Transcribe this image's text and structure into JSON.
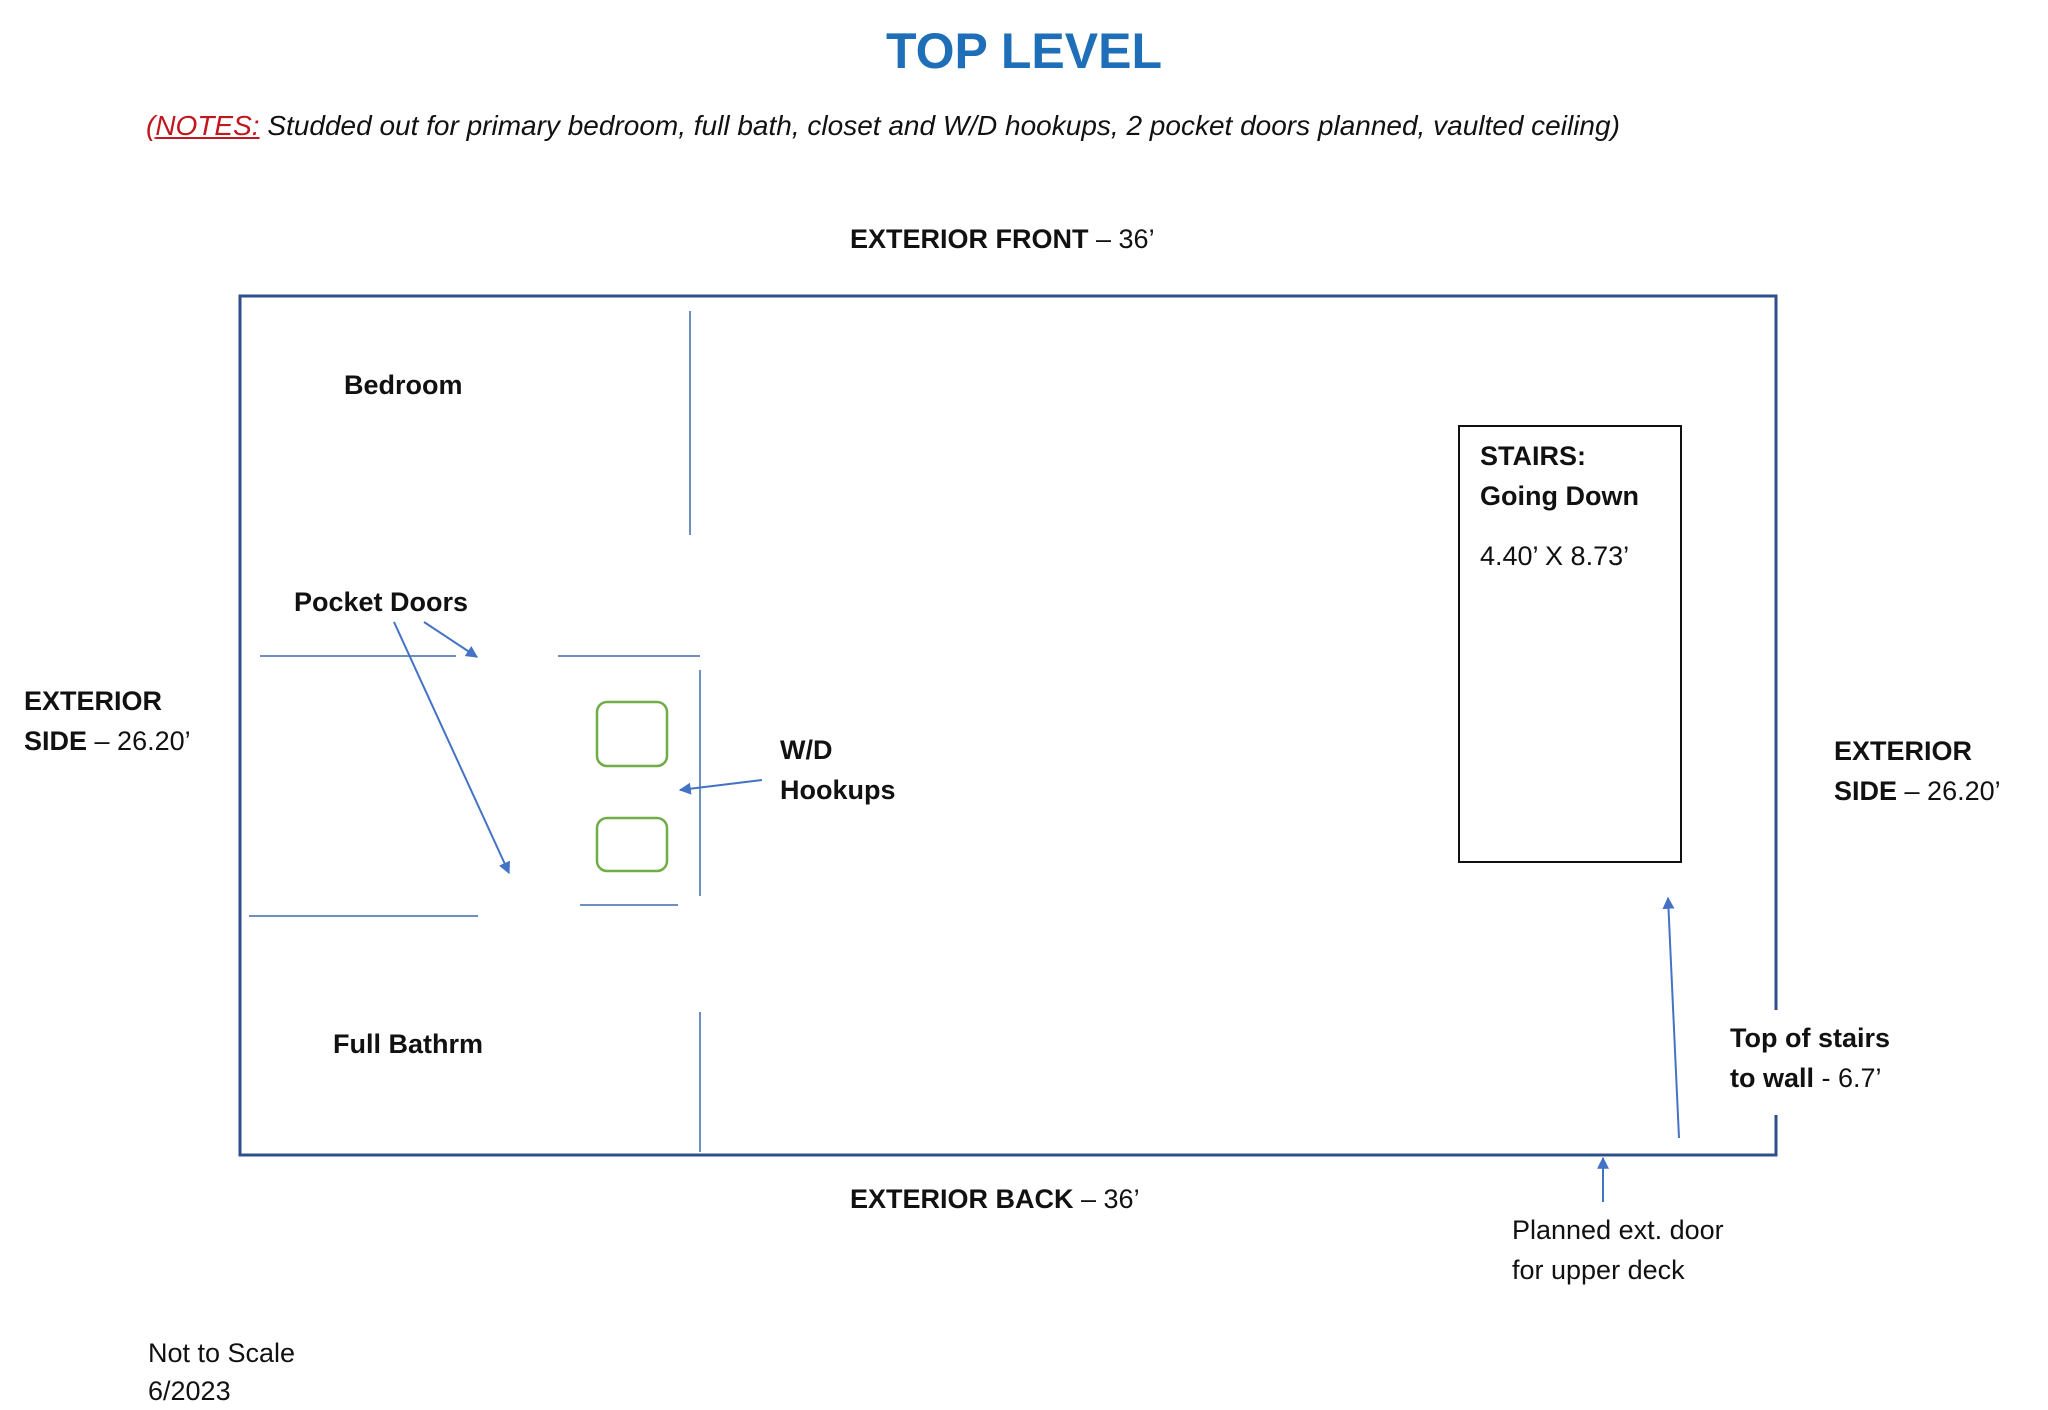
{
  "title": "TOP LEVEL",
  "notes": {
    "open_paren": "(",
    "label": "NOTES:",
    "text": " Studded out for primary bedroom, full bath, closet and W/D hookups, 2 pocket doors planned, vaulted ceiling)"
  },
  "exterior_front": {
    "label": "EXTERIOR FRONT",
    "dimension": " – 36’"
  },
  "exterior_back": {
    "label": "EXTERIOR BACK",
    "dimension": " – 36’"
  },
  "exterior_side_left": {
    "line1": "EXTERIOR",
    "line2_label": "SIDE",
    "dimension": " – 26.20’"
  },
  "exterior_side_right": {
    "line1": "EXTERIOR",
    "line2_label": "SIDE",
    "dimension": " – 26.20’"
  },
  "rooms": {
    "bedroom": "Bedroom",
    "full_bath": "Full Bathrm"
  },
  "pocket_doors": "Pocket Doors",
  "wd_hookups": {
    "line1": "W/D",
    "line2": "Hookups"
  },
  "stairs": {
    "line1": "STAIRS:",
    "line2": "Going Down",
    "size": "4.40’ X 8.73’"
  },
  "top_of_stairs": {
    "line1": "Top of stairs",
    "line2_label": "to wall",
    "dimension": " - 6.7’"
  },
  "planned_door": {
    "line1": "Planned ext. door",
    "line2": "for upper deck"
  },
  "footer": {
    "scale": "Not to Scale",
    "date": "6/2023"
  },
  "colors": {
    "title": "#1f6fb8",
    "notes_label": "#c0181f",
    "walls": "#2f4f8a",
    "partitions": "#6f8fc0",
    "arrows": "#4472c4",
    "appliances": "#70ad47"
  }
}
